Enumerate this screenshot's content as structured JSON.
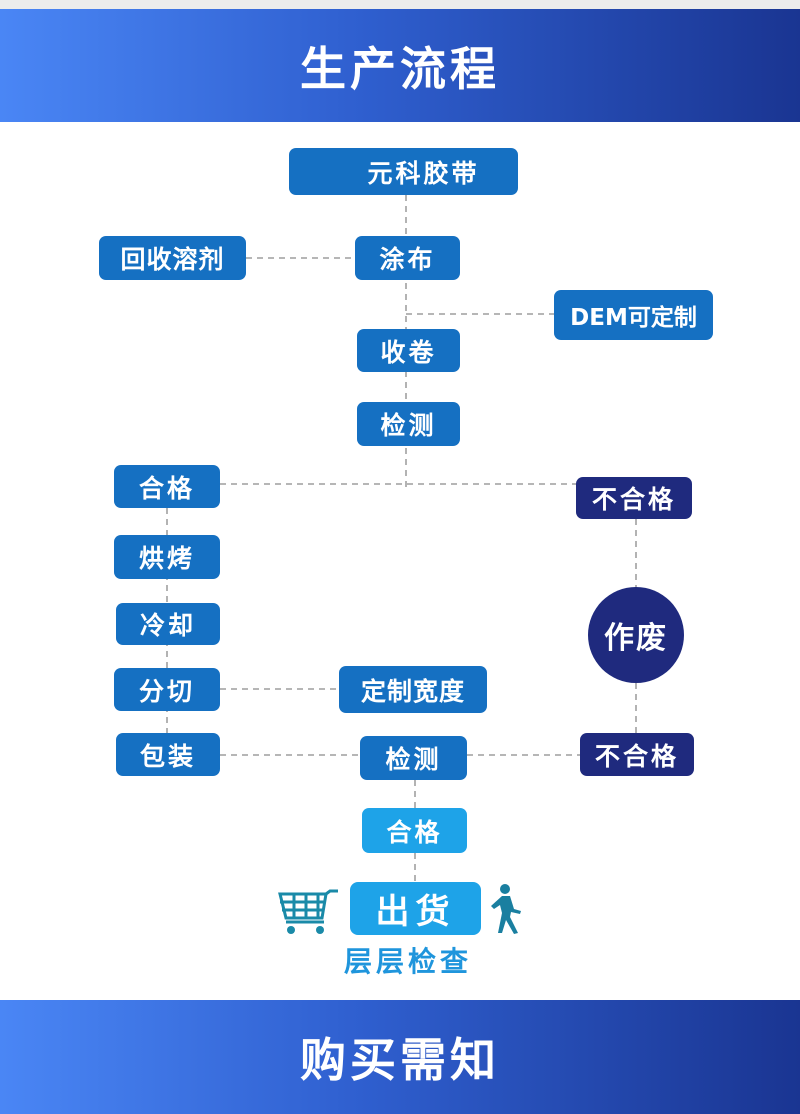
{
  "header": {
    "title": "生产流程"
  },
  "footer": {
    "title": "购买需知"
  },
  "nodes": {
    "raw": "元科胶带",
    "recycle": "回收溶剂",
    "coating": "涂布",
    "oem": "DEM可定制",
    "winding": "收卷",
    "inspect1": "检测",
    "pass1": "合格",
    "fail1": "不合格",
    "baking": "烘烤",
    "cooling": "冷却",
    "slitting": "分切",
    "custom_width": "定制宽度",
    "scrap": "作废",
    "packing": "包装",
    "inspect2": "检测",
    "fail2": "不合格",
    "pass2": "合格",
    "ship": "出货",
    "ship_note": "层层检查"
  },
  "icons": [
    "shopping-cart-icon",
    "walking-person-icon"
  ],
  "colors": {
    "primary": "#1570c2",
    "reject": "#1f2a7e",
    "pass": "#1ea3e8"
  }
}
